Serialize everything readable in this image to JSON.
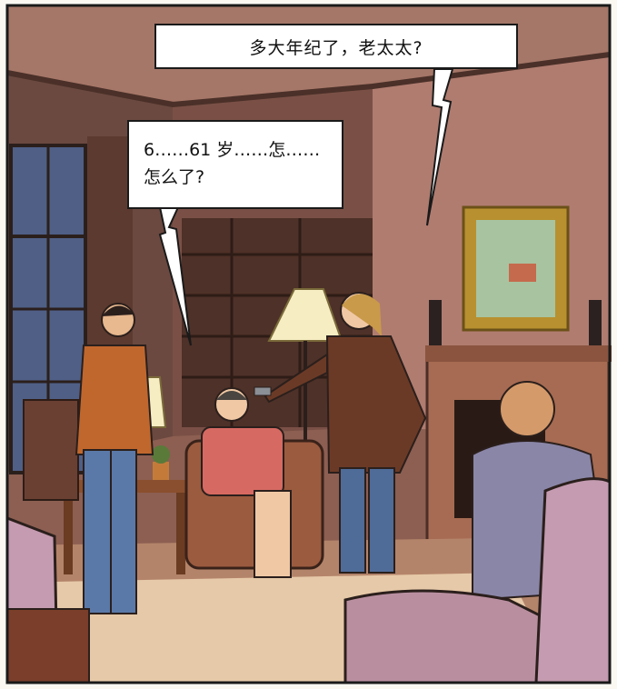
{
  "panel": {
    "speech_top": "多大年纪了，老太太?",
    "speech_left_line1": "6……61 岁……怎……",
    "speech_left_line2": "怎么了?"
  }
}
